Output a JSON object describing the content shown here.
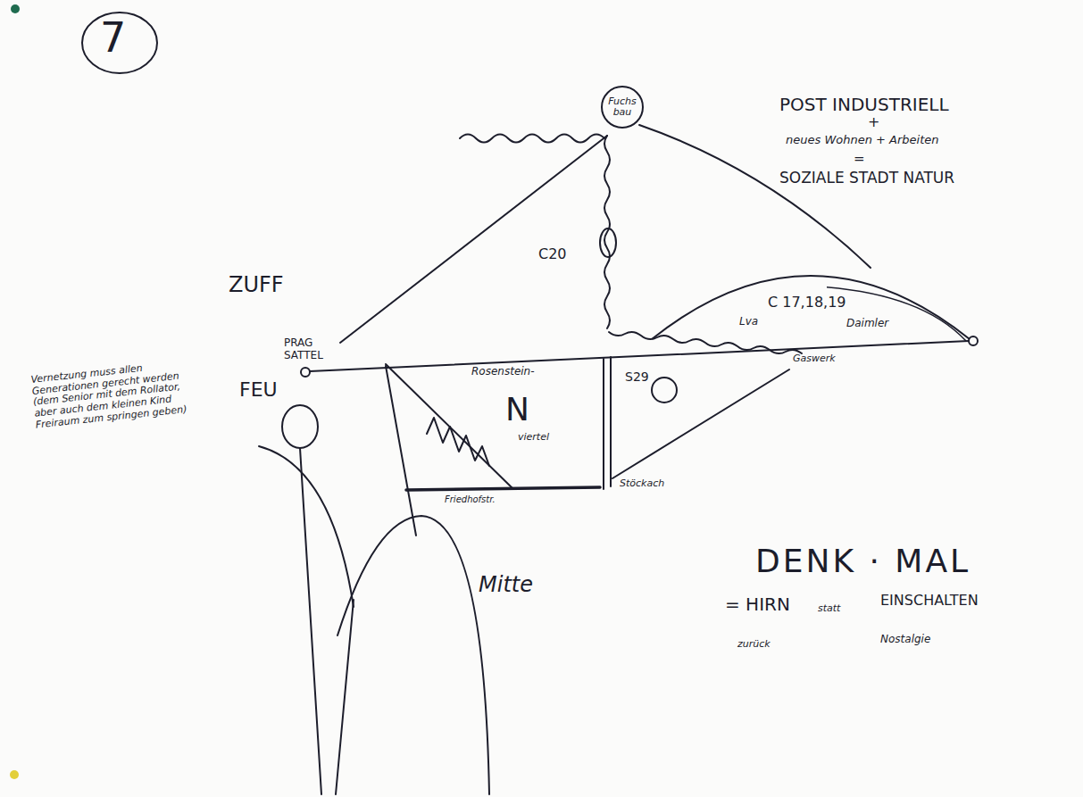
{
  "diagram": {
    "nodes": [
      {
        "text": [
          "Fuchs bau"
        ]
      },
      {
        "text": [
          "C 17,18,19",
          "Lva",
          "Daimler"
        ]
      }
    ],
    "labels": [
      "7",
      "POST INDUSTRIELL",
      "+",
      "neues Wohnen + Arbeiten",
      "=",
      "SOZIALE STADT NATUR",
      "C20",
      "ZUFF",
      "PRAG SATTEL",
      "FEU",
      "Rosenstein-",
      "N",
      "viertel",
      "S29",
      "Gaswerk",
      "Friedhofstr.",
      "Stöckach",
      "Mitte",
      "Vernetzung muss allen Generationen gerecht werden (dem Senior mit dem Rollator, aber auch dem kleinen Kind Freiraum zum springen geben)",
      "DENK · MAL",
      "EINSCHALTEN",
      "= HIRN",
      "statt",
      "zurück",
      "Nostalgie"
    ]
  }
}
